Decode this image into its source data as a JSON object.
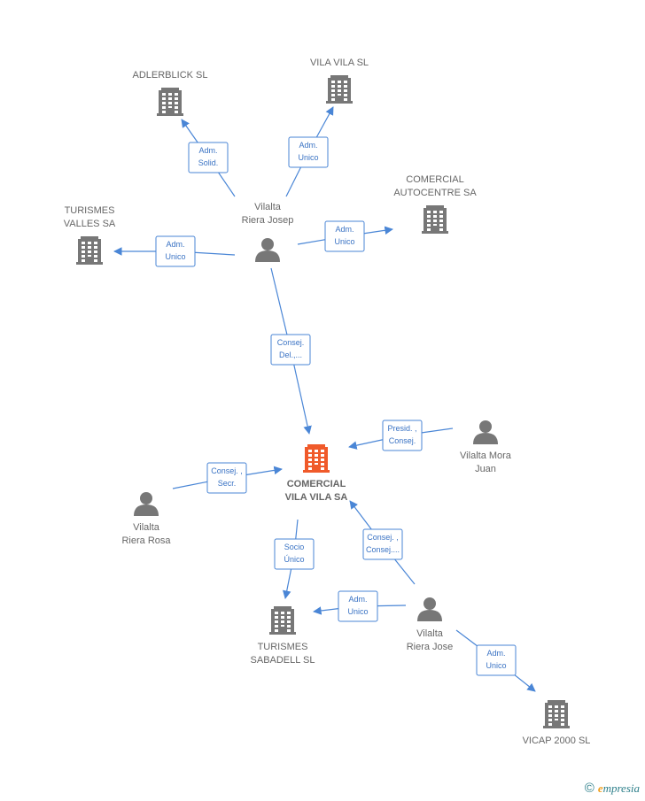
{
  "colors": {
    "edge": "#4a86d6",
    "building": "#777777",
    "focus_building": "#f05a2a",
    "person": "#777777"
  },
  "nodes": [
    {
      "id": "adlerblick",
      "kind": "company",
      "lines": [
        "ADLERBLICK SL"
      ],
      "icon": "building-icon"
    },
    {
      "id": "vilavila_sl",
      "kind": "company",
      "lines": [
        "VILA VILA SL"
      ],
      "icon": "building-icon"
    },
    {
      "id": "autocentre",
      "kind": "company",
      "lines": [
        "COMERCIAL",
        "AUTOCENTRE SA"
      ],
      "icon": "building-icon"
    },
    {
      "id": "turismes_valles",
      "kind": "company",
      "lines": [
        "TURISMES",
        "VALLES SA"
      ],
      "icon": "building-icon"
    },
    {
      "id": "josep",
      "kind": "person",
      "lines": [
        "Vilalta",
        "Riera Josep"
      ],
      "icon": "person-icon"
    },
    {
      "id": "focus",
      "kind": "focus",
      "lines": [
        "COMERCIAL",
        "VILA VILA SA"
      ],
      "icon": "building-icon"
    },
    {
      "id": "mora",
      "kind": "person",
      "lines": [
        "Vilalta Mora",
        "Juan"
      ],
      "icon": "person-icon"
    },
    {
      "id": "rosa",
      "kind": "person",
      "lines": [
        "Vilalta",
        "Riera Rosa"
      ],
      "icon": "person-icon"
    },
    {
      "id": "sabadell",
      "kind": "company",
      "lines": [
        "TURISMES",
        "SABADELL SL"
      ],
      "icon": "building-icon"
    },
    {
      "id": "jose",
      "kind": "person",
      "lines": [
        "Vilalta",
        "Riera Jose"
      ],
      "icon": "person-icon"
    },
    {
      "id": "vicap",
      "kind": "company",
      "lines": [
        "VICAP 2000 SL"
      ],
      "icon": "building-icon"
    }
  ],
  "edges": [
    {
      "id": "e1",
      "from": "josep",
      "to": "adlerblick",
      "label": [
        "Adm.",
        "Solid."
      ]
    },
    {
      "id": "e2",
      "from": "josep",
      "to": "vilavila_sl",
      "label": [
        "Adm.",
        "Unico"
      ]
    },
    {
      "id": "e3",
      "from": "josep",
      "to": "autocentre",
      "label": [
        "Adm.",
        "Unico"
      ]
    },
    {
      "id": "e4",
      "from": "josep",
      "to": "turismes_valles",
      "label": [
        "Adm.",
        "Unico"
      ]
    },
    {
      "id": "e5",
      "from": "josep",
      "to": "focus",
      "label": [
        "Consej.",
        "Del.,..."
      ]
    },
    {
      "id": "e6",
      "from": "mora",
      "to": "focus",
      "label": [
        "Presid. ,",
        "Consej."
      ]
    },
    {
      "id": "e7",
      "from": "rosa",
      "to": "focus",
      "label": [
        "Consej. ,",
        "Secr."
      ]
    },
    {
      "id": "e8",
      "from": "focus",
      "to": "sabadell",
      "label": [
        "Socio",
        "Único"
      ]
    },
    {
      "id": "e9",
      "from": "jose",
      "to": "focus",
      "label": [
        "Consej. ,",
        "Consej...."
      ]
    },
    {
      "id": "e10",
      "from": "jose",
      "to": "sabadell",
      "label": [
        "Adm.",
        "Unico"
      ]
    },
    {
      "id": "e11",
      "from": "jose",
      "to": "vicap",
      "label": [
        "Adm.",
        "Unico"
      ]
    }
  ],
  "footer": {
    "symbol": "©",
    "brand_initial": "e",
    "brand_rest": "mpresia"
  }
}
